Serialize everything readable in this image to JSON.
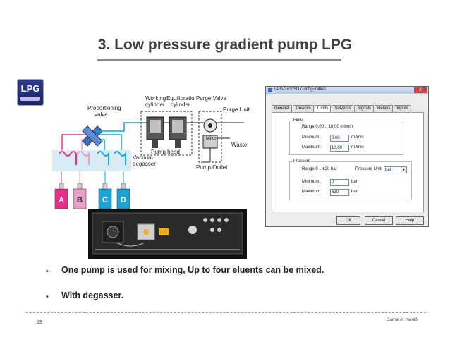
{
  "slide": {
    "title": "3. Low pressure gradient pump LPG",
    "logo_text": "LPG",
    "bullets": [
      "One pump is used for mixing, Up to four eluents can be mixed.",
      "With degasser."
    ],
    "page_number": "19",
    "author": "Gamal A. Hamid"
  },
  "diagram": {
    "labels": {
      "proportioning": "Proportioning",
      "valve": "valve",
      "working": "Working",
      "cylinder": "cylinder",
      "equilibration": "Equilibration",
      "eq_cylinder": "cylinder",
      "purge_valve": "Purge Valve",
      "purge_unit": "Purge Unit",
      "mixer": "Mixer",
      "waste": "Waste",
      "pump_head": "Pump head",
      "pump_outlet": "Pump Outlet",
      "vacuum": "Vacuum",
      "degasser": "degasser"
    },
    "bottles": [
      "A",
      "B",
      "C",
      "D"
    ]
  },
  "dialog": {
    "title": "LPG-3x00SD Configuration",
    "close": "X",
    "tabs": [
      "General",
      "Devices",
      "Limits",
      "Solvents",
      "Signals",
      "Relays",
      "Inputs"
    ],
    "active_tab": "Limits",
    "flow": {
      "legend": "Flow",
      "range": "Range 0.00 .. 10.00 ml/min",
      "min_label": "Minimum:",
      "min_value": "0.00",
      "max_label": "Maximum:",
      "max_value": "10.00",
      "unit": "ml/min"
    },
    "pressure": {
      "legend": "Pressure",
      "range": "Range 0 .. 620 bar",
      "unit_label": "Pressure Unit:",
      "unit_value": "bar",
      "min_label": "Minimum:",
      "min_value": "0",
      "max_label": "Maximum:",
      "max_value": "620",
      "unit": "bar"
    },
    "buttons": [
      "OK",
      "Cancel",
      "Help"
    ]
  },
  "colors": {
    "title_rule": "#8a8a8a",
    "bottle_a": "#e8308a",
    "bottle_b": "#e8a0c8",
    "bottle_c": "#1aa3d4",
    "bottle_d": "#1aa3d4",
    "logo_bg": "#2d3a8c"
  }
}
